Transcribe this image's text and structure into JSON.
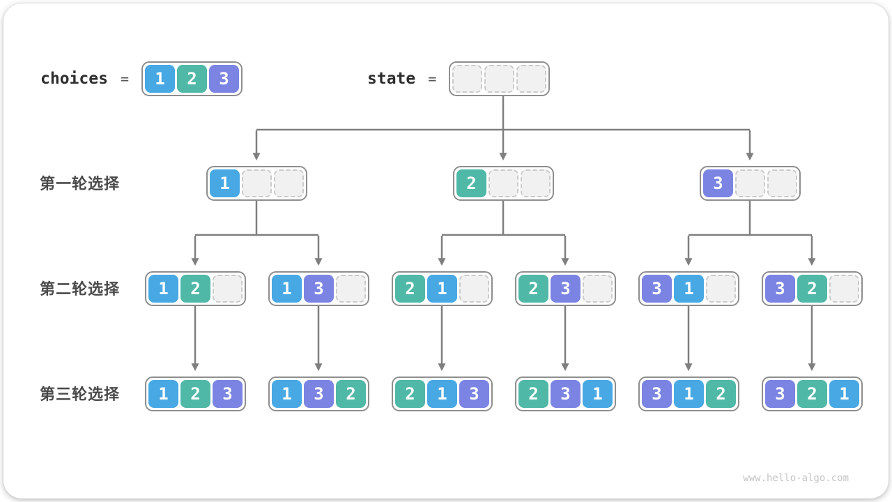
{
  "colors": {
    "1": "#47a8e4",
    "2": "#50b8a7",
    "3": "#7b84e2"
  },
  "choices": {
    "label": "choices",
    "equals": "=",
    "values": [
      "1",
      "2",
      "3"
    ]
  },
  "state": {
    "label": "state",
    "equals": "=",
    "values": [
      "",
      "",
      ""
    ]
  },
  "rows": [
    {
      "label": "第一轮选择",
      "nodes": [
        [
          "1",
          "",
          ""
        ],
        [
          "2",
          "",
          ""
        ],
        [
          "3",
          "",
          ""
        ]
      ]
    },
    {
      "label": "第二轮选择",
      "nodes": [
        [
          "1",
          "2",
          ""
        ],
        [
          "1",
          "3",
          ""
        ],
        [
          "2",
          "1",
          ""
        ],
        [
          "2",
          "3",
          ""
        ],
        [
          "3",
          "1",
          ""
        ],
        [
          "3",
          "2",
          ""
        ]
      ]
    },
    {
      "label": "第三轮选择",
      "nodes": [
        [
          "1",
          "2",
          "3"
        ],
        [
          "1",
          "3",
          "2"
        ],
        [
          "2",
          "1",
          "3"
        ],
        [
          "2",
          "3",
          "1"
        ],
        [
          "3",
          "1",
          "2"
        ],
        [
          "3",
          "2",
          "1"
        ]
      ]
    }
  ],
  "watermark": "www.hello-algo.com"
}
